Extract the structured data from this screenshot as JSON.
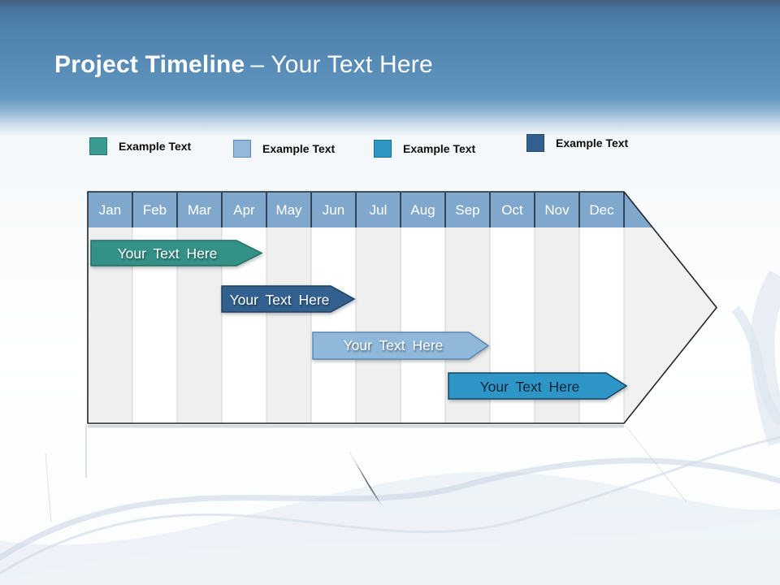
{
  "title": {
    "main": "Project Timeline",
    "sub": "– Your Text Here"
  },
  "legend": {
    "items": [
      {
        "label": "Example Text",
        "color": "#3A9A90"
      },
      {
        "label": "Example Text",
        "color": "#92B9DA"
      },
      {
        "label": "Example Text",
        "color": "#2D96C5"
      },
      {
        "label": "Example Text",
        "color": "#32618F"
      }
    ]
  },
  "timeline": {
    "months": [
      "Jan",
      "Feb",
      "Mar",
      "Apr",
      "May",
      "Jun",
      "Jul",
      "Aug",
      "Sep",
      "Oct",
      "Nov",
      "Dec"
    ],
    "header_color": "#7FA8CC",
    "bars": [
      {
        "label": "Your Text Here",
        "color": "#339187",
        "start_month": "Jan",
        "end_month": "Apr"
      },
      {
        "label": "Your Text Here",
        "color": "#32618F",
        "start_month": "Apr",
        "end_month": "Jun"
      },
      {
        "label": "Your Text Here",
        "color": "#8FB8DA",
        "start_month": "Jun",
        "end_month": "Oct"
      },
      {
        "label": "Your Text Here",
        "color": "#2E96C6",
        "start_month": "Oct",
        "end_month": "Dec"
      }
    ]
  }
}
